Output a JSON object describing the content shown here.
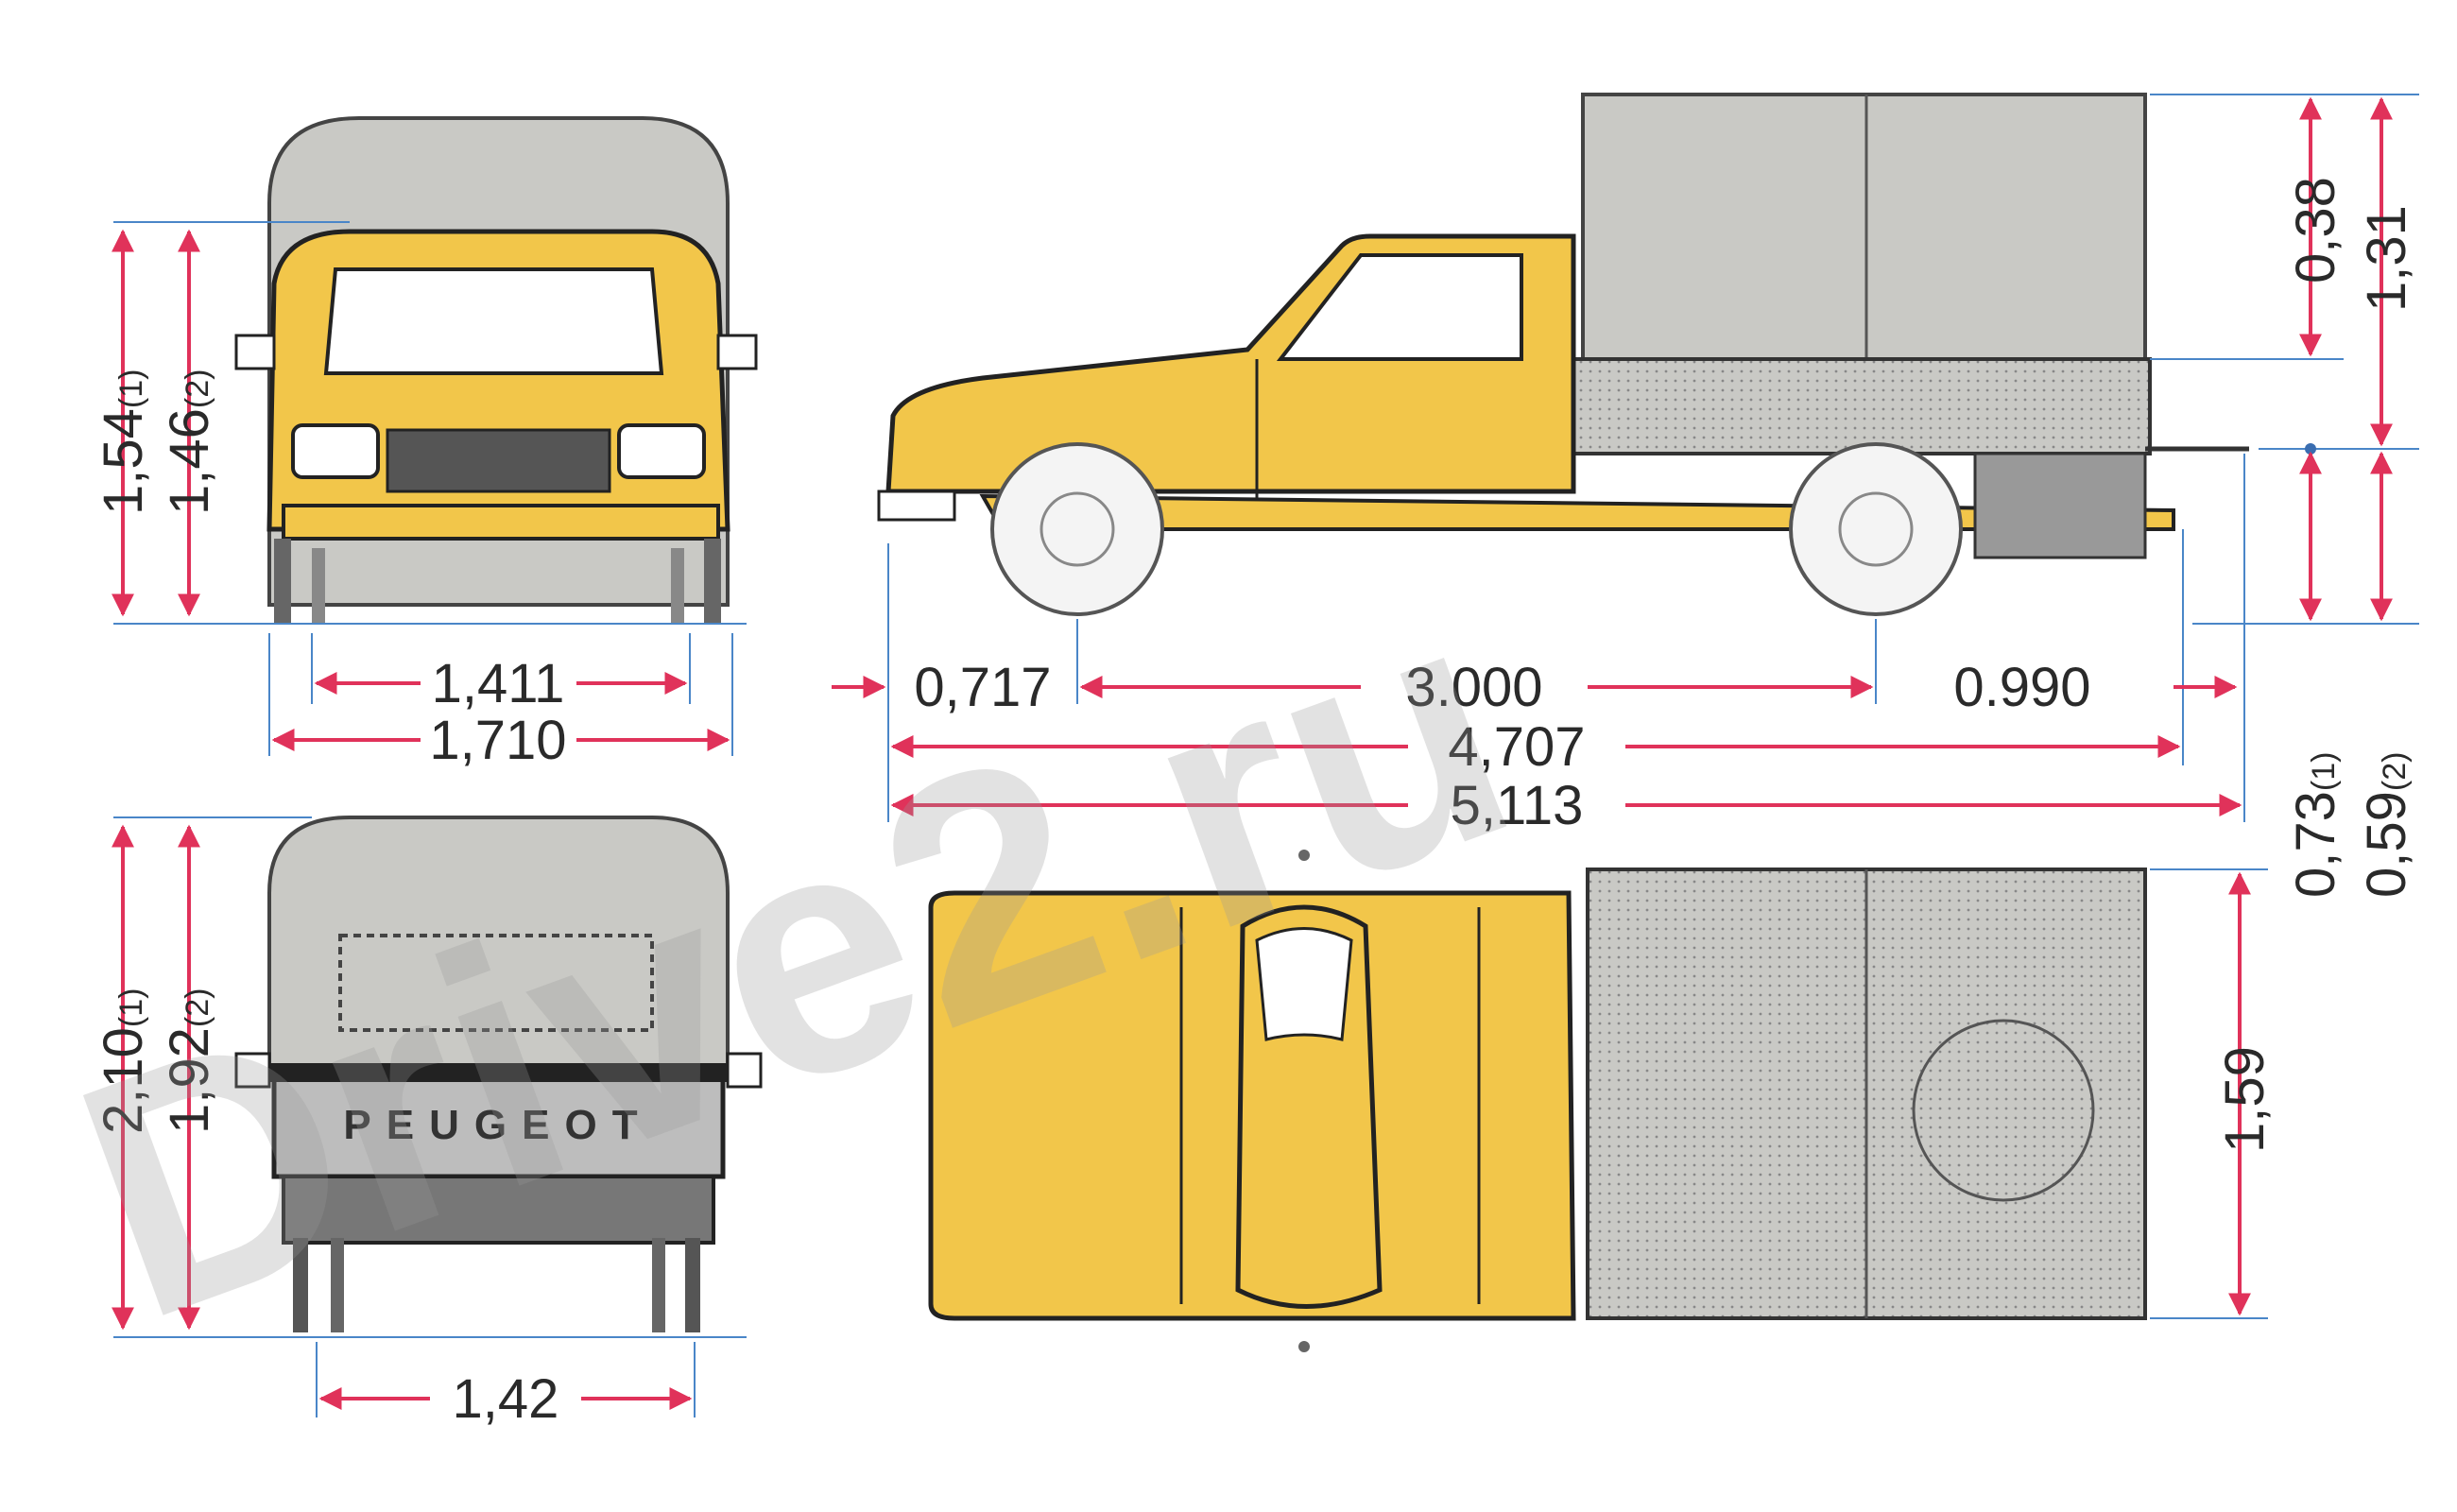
{
  "dimensions": {
    "front_height_1": "1,54",
    "front_height_1_note": "(1)",
    "front_height_2": "1,46",
    "front_height_2_note": "(2)",
    "front_track": "1,411",
    "front_width": "1,710",
    "rear_height_1": "2,10",
    "rear_height_1_note": "(1)",
    "rear_height_2": "1,92",
    "rear_height_2_note": "(2)",
    "rear_track": "1,42",
    "front_overhang": "0,717",
    "wheelbase": "3.000",
    "rear_overhang": "0.990",
    "chassis_length": "4,707",
    "overall_length": "5,113",
    "canopy_height": "0,38",
    "canopy_total": "1,31",
    "platform_height_1": "0,73",
    "platform_height_1_note": "(1)",
    "platform_height_2": "0,59",
    "platform_height_2_note": "(2)",
    "bed_width": "1,59"
  },
  "rear_plate_text": "PEUGEOT",
  "watermark": "Drive2.ru",
  "colors": {
    "body": "#f2c64a",
    "canopy": "#c9c9c5",
    "dimension_arrow": "#e0325a",
    "extension_line": "#4a86c8"
  }
}
